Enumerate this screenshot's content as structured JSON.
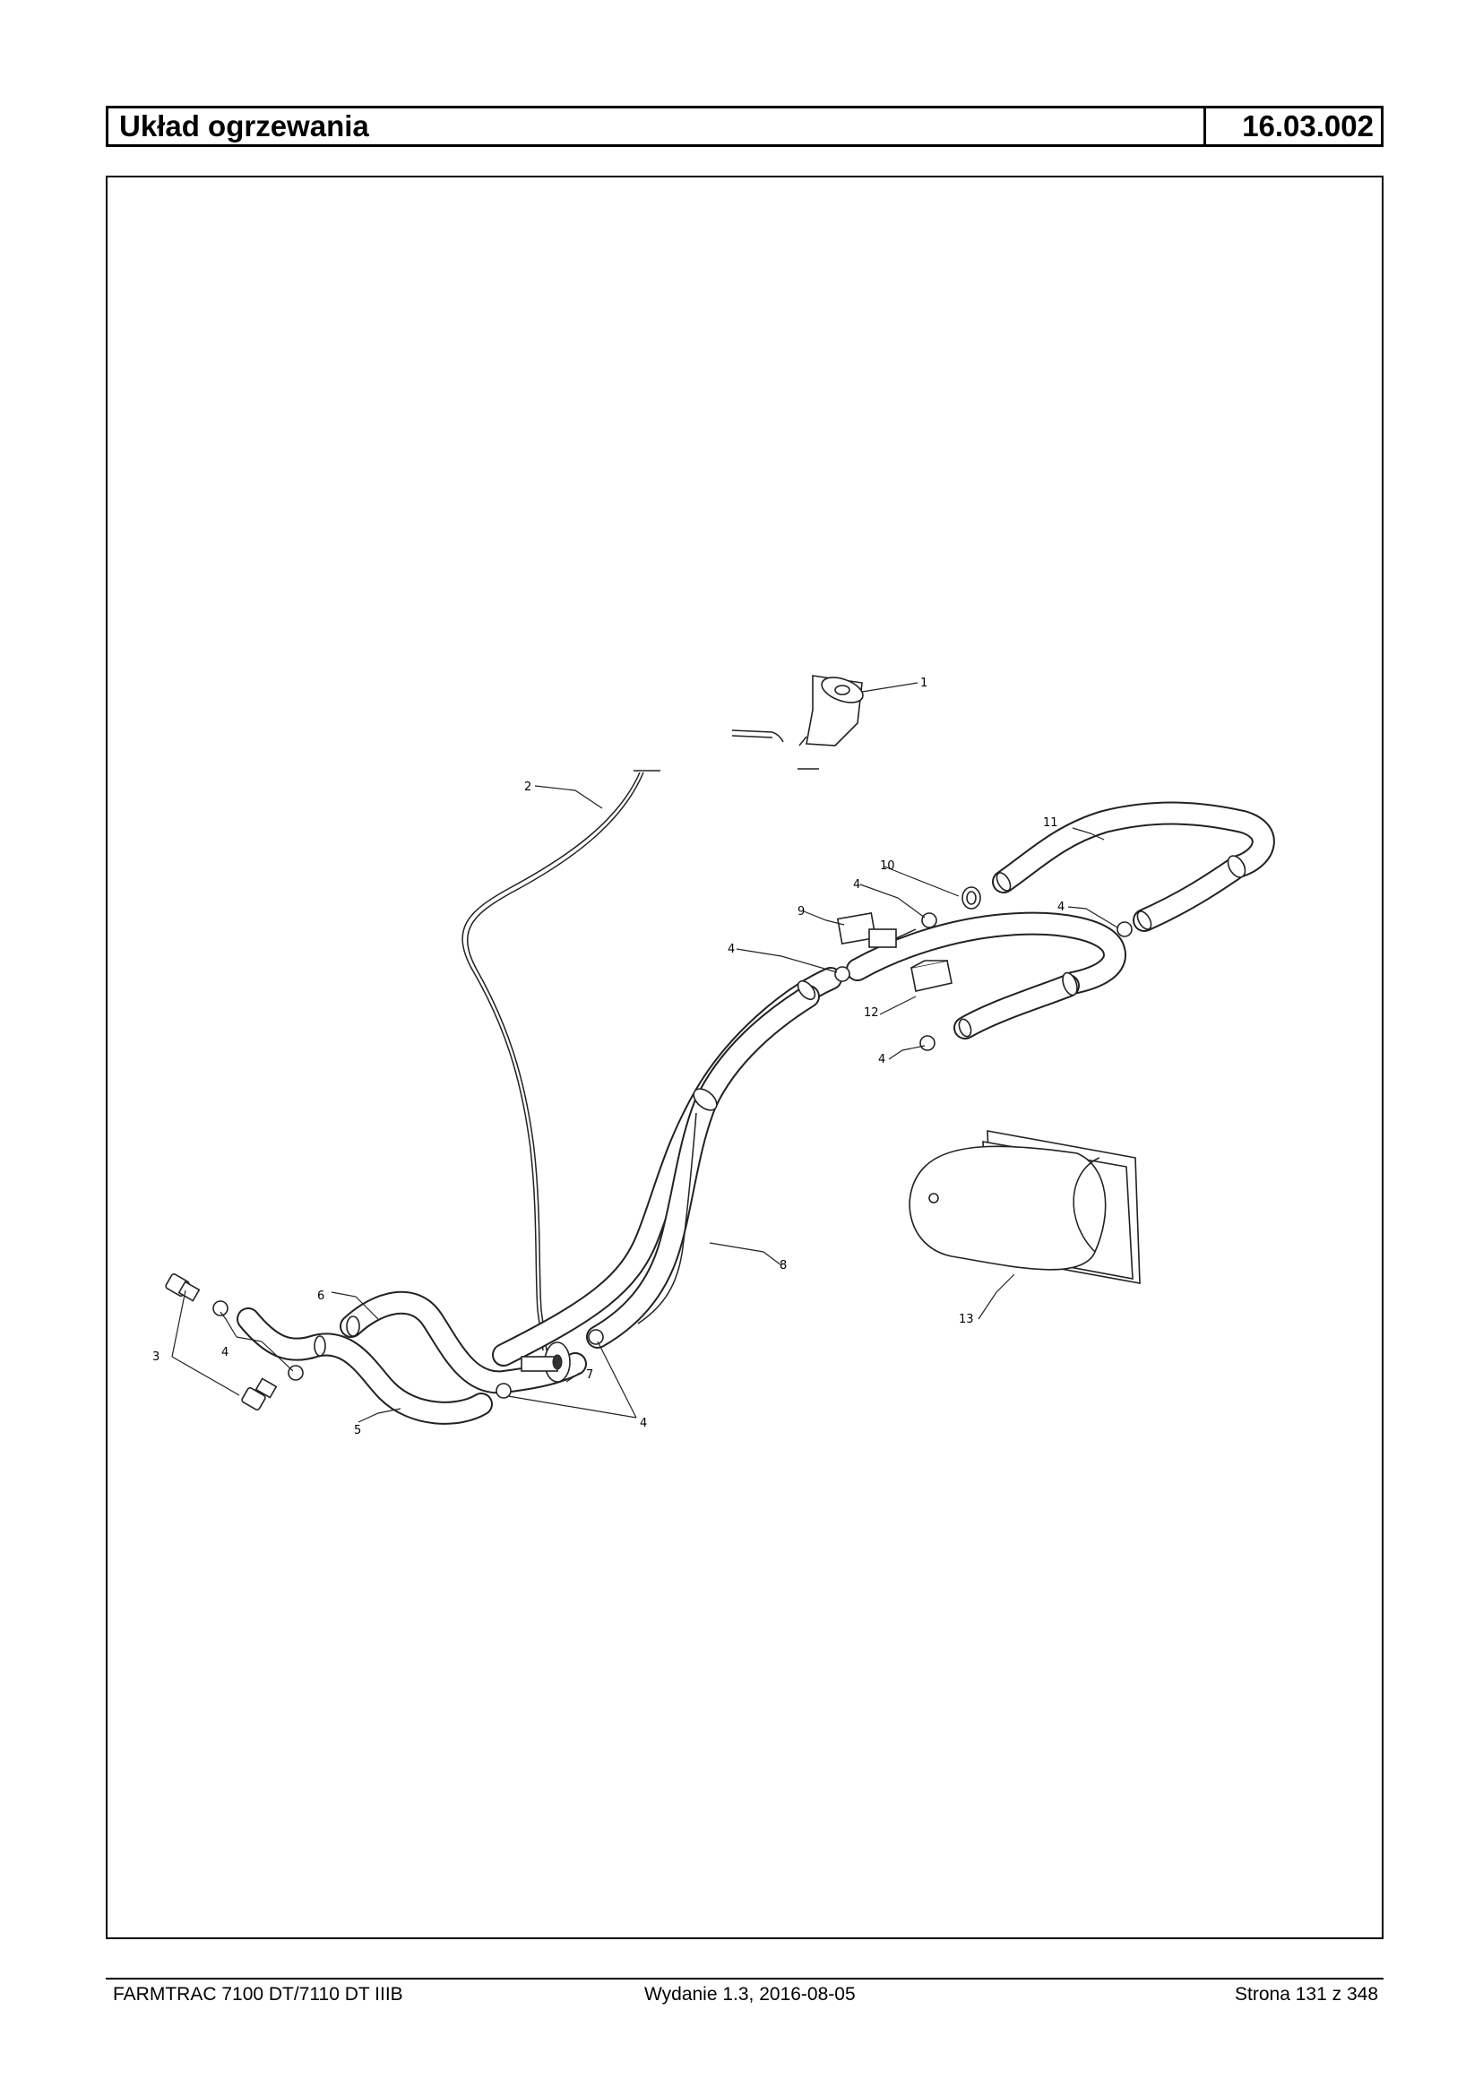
{
  "header": {
    "title": "Układ ogrzewania",
    "code": "16.03.002"
  },
  "drawing": {
    "callouts": {
      "c1": "1",
      "c2": "2",
      "c3": "3",
      "c4a": "4",
      "c4b": "4",
      "c4c": "4",
      "c4d": "4",
      "c4e": "4",
      "c4f": "4",
      "c5": "5",
      "c6": "6",
      "c7": "7",
      "c8": "8",
      "c9": "9",
      "c10": "10",
      "c11": "11",
      "c12": "12",
      "c13": "13"
    }
  },
  "footer": {
    "left": "FARMTRAC 7100 DT/7110 DT IIIB",
    "center": "Wydanie 1.3,  2016-08-05",
    "right": "Strona 131 z 348"
  }
}
